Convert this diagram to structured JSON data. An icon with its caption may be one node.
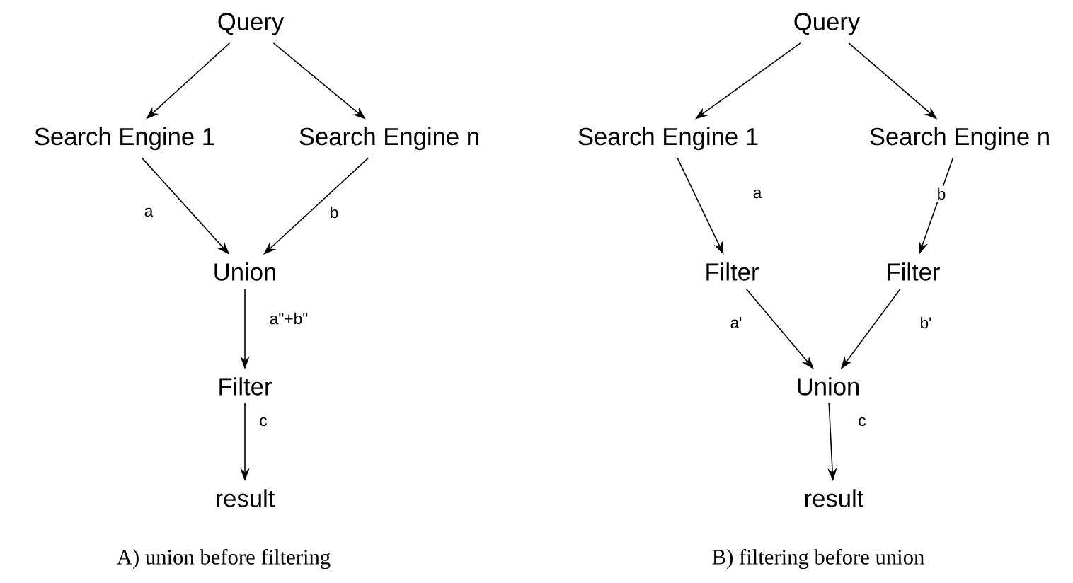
{
  "diagram": {
    "nodes": [
      {
        "text": [
          "Query"
        ]
      },
      {
        "text": [
          "Search Engine 1"
        ]
      },
      {
        "text": [
          "Search Engine n"
        ]
      },
      {
        "text": [
          "Union"
        ]
      },
      {
        "text": [
          "Filter"
        ]
      },
      {
        "text": [
          "result"
        ]
      },
      {
        "text": [
          "Query"
        ]
      },
      {
        "text": [
          "Search Engine 1"
        ]
      },
      {
        "text": [
          "Search Engine n"
        ]
      },
      {
        "text": [
          "Filter"
        ]
      },
      {
        "text": [
          "Filter"
        ]
      },
      {
        "text": [
          "Union"
        ]
      },
      {
        "text": [
          "result"
        ]
      }
    ],
    "edges": [
      {
        "from": 0,
        "to": 1,
        "arrow": "to"
      },
      {
        "from": 0,
        "to": 2,
        "arrow": "to"
      },
      {
        "from": 1,
        "to": 3,
        "arrow": "to",
        "label": "a"
      },
      {
        "from": 2,
        "to": 3,
        "arrow": "to",
        "label": "b"
      },
      {
        "from": 3,
        "to": 4,
        "arrow": "to",
        "label": "a\"+b\""
      },
      {
        "from": 4,
        "to": 5,
        "arrow": "to",
        "label": "c"
      },
      {
        "from": 6,
        "to": 7,
        "arrow": "to"
      },
      {
        "from": 6,
        "to": 8,
        "arrow": "to"
      },
      {
        "from": 7,
        "to": 9,
        "arrow": "to",
        "label": "a"
      },
      {
        "from": 8,
        "to": 10,
        "arrow": "to",
        "label": "b"
      },
      {
        "from": 9,
        "to": 11,
        "arrow": "to",
        "label": "a'"
      },
      {
        "from": 10,
        "to": 11,
        "arrow": "to",
        "label": "b'"
      },
      {
        "from": 11,
        "to": 12,
        "arrow": "to",
        "label": "c"
      }
    ],
    "labels": [
      "A) union before filtering",
      "B) filtering before union"
    ]
  }
}
